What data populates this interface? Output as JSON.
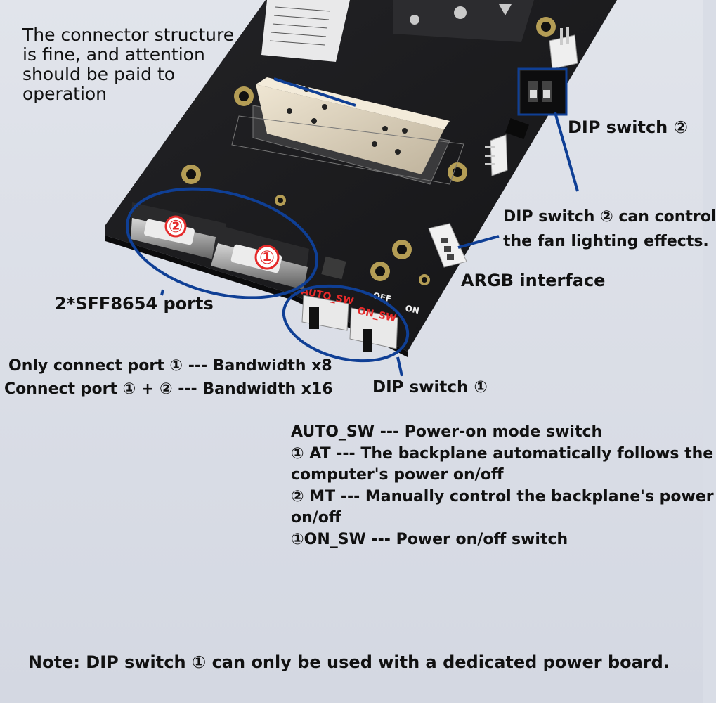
{
  "intro": {
    "lines": [
      "The connector structure",
      "is fine, and attention",
      "should be paid to",
      "operation"
    ]
  },
  "labels": {
    "dip2": "DIP switch ②",
    "dip2_desc_line1": "DIP switch ② can control",
    "dip2_desc_line2": "the fan lighting effects.",
    "argb": "ARGB interface",
    "sff": "2*SFF8654 ports",
    "dip1": "DIP switch ①"
  },
  "bandwidth": {
    "line1": "Only connect port ① --- Bandwidth x8",
    "line2": "Connect port ① + ② --- Bandwidth x16"
  },
  "description": {
    "lines": [
      "AUTO_SW --- Power-on mode switch",
      "① AT --- The backplane automatically follows the",
      "computer's power on/off",
      "② MT --- Manually control the backplane's power",
      "on/off",
      "①ON_SW --- Power on/off switch"
    ]
  },
  "board": {
    "auto_sw": "AUTO_SW",
    "on_sw": "ON_SW",
    "off": "OFF",
    "on": "ON",
    "port1_mark": "①",
    "port2_mark": "②"
  },
  "note": "Note: DIP switch ① can only be used with a dedicated power board.",
  "colors": {
    "background": "#d9dde6",
    "board": "#1b1b1d",
    "callout": "#0f3f95",
    "silkscreen_red": "#e52a2a"
  }
}
